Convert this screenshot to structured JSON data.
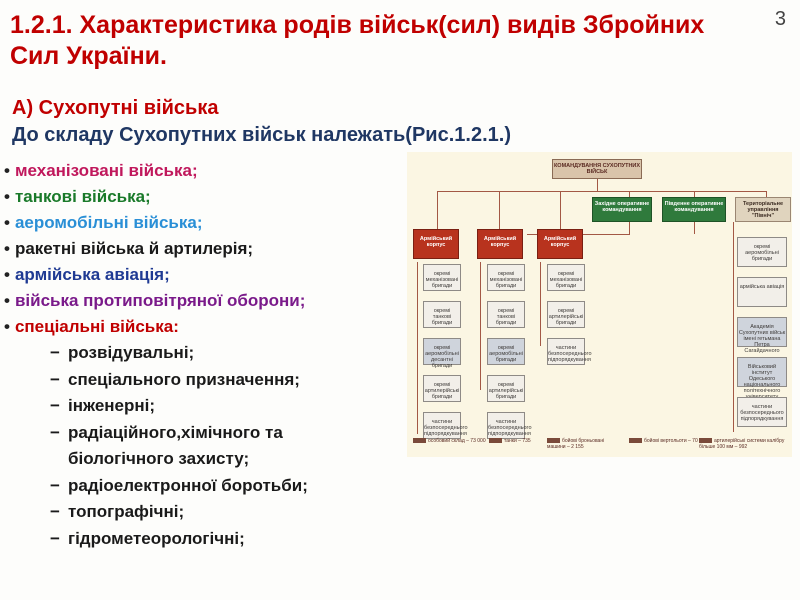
{
  "slide_number": "3",
  "title": "1.2.1.  Характеристика родів військ(сил) видів Збройних Сил України.",
  "subtitle_a": "А) Сухопутні війська",
  "subtitle_b": "До складу Сухопутних військ належать(Рис.1.2.1.)",
  "troops": [
    {
      "label": "механізовані війська;",
      "color": "#c0185c"
    },
    {
      "label": "танкові війська;",
      "color": "#1a7a2a"
    },
    {
      "label": "аеромобільні війська;",
      "color": "#2a8fd6"
    },
    {
      "label": "ракетні війська й артилерія;",
      "color": "#1a1a1a"
    },
    {
      "label": "армійська авіація;",
      "color": "#1f3a93"
    },
    {
      "label": "війська протиповітряної оборони;",
      "color": "#7a1a8a"
    },
    {
      "label": "спеціальні війська:",
      "color": "#c00000"
    }
  ],
  "special_troops": [
    {
      "text": "розвідувальні;",
      "dash": "−"
    },
    {
      "text": "спеціального призначення;",
      "dash": "−"
    },
    {
      "text": "інженерні;",
      "dash": "−"
    },
    {
      "text": "радіаційного,хімічного та",
      "dash": "−"
    },
    {
      "text": "біологічного захисту;",
      "dash": ""
    },
    {
      "text": "радіоелектронної боротьби;",
      "dash": "−"
    },
    {
      "text": "топографічні;",
      "dash": "−"
    },
    {
      "text": "гідрометеорологічні;",
      "dash": "−"
    }
  ],
  "org_chart": {
    "hq": "КОМАНДУВАННЯ СУХОПУТНИХ ВІЙСЬК",
    "corps": [
      "Армійський корпус",
      "Армійський корпус",
      "Армійський корпус"
    ],
    "commands": [
      "Західне оперативне командування",
      "Південне оперативне командування"
    ],
    "territorial": "Територіальне управління \"Північ\"",
    "col1_units": [
      "окремі механізовані бригади",
      "окремі танкові бригади",
      "окремі аеромобільні десантні бригади",
      "окремі артилерійські бригади",
      "частини безпосереднього підпорядкування"
    ],
    "col2_units": [
      "окремі механізовані бригади",
      "окремі танкові бригади",
      "окремі аеромобільні бригади",
      "окремі артилерійські бригади",
      "частини безпосереднього підпорядкування"
    ],
    "col3_units": [
      "окремі механізовані бригади",
      "окремі артилерійські бригади",
      "частини безпосереднього підпорядкування"
    ],
    "col4_units": [
      "окремі аеромобільні бригади",
      "армійська авіація",
      "Академія Сухопутних військ імені гетьмана Петра Сагайдачного",
      "Військовий інститут Одеського національного політехнічного університету",
      "частини безпосереднього підпорядкування"
    ],
    "legend": [
      "особовий склад – 73 000",
      "танки – 735",
      "бойові броньовані машини – 2 155",
      "бойові вертольоти – 70",
      "артилерійські системи калібру більше 100 мм – 992"
    ]
  }
}
